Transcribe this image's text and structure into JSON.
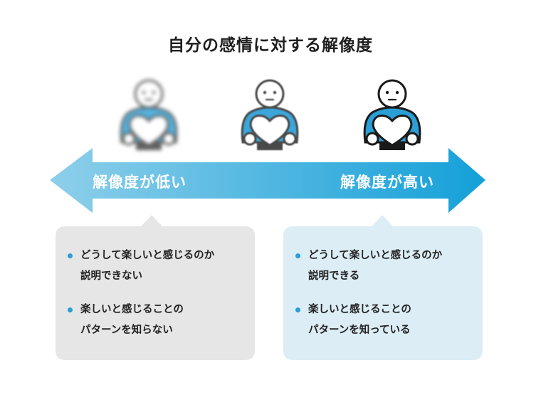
{
  "title": "自分の感情に対する解像度",
  "arrow": {
    "left_label": "解像度が低い",
    "right_label": "解像度が高い"
  },
  "boxes": {
    "low": {
      "items": [
        {
          "lines": [
            "どうして楽しいと感じるのか",
            "説明できない"
          ]
        },
        {
          "lines": [
            "楽しいと感じることの",
            "パターンを知らない"
          ]
        }
      ]
    },
    "high": {
      "items": [
        {
          "lines": [
            "どうして楽しいと感じるのか",
            "説明できる"
          ]
        },
        {
          "lines": [
            "楽しいと感じることの",
            "パターンを知っている"
          ]
        }
      ]
    }
  },
  "colors": {
    "accent": "#2a9fd6",
    "arrow_light": "#8ecfea",
    "arrow_dark": "#14a0d8",
    "box_low_bg": "#e6e6e6",
    "box_high_bg": "#dcedf6"
  },
  "icons": [
    "person-holding-heart-icon",
    "double-headed-arrow",
    "bullet-dot"
  ]
}
